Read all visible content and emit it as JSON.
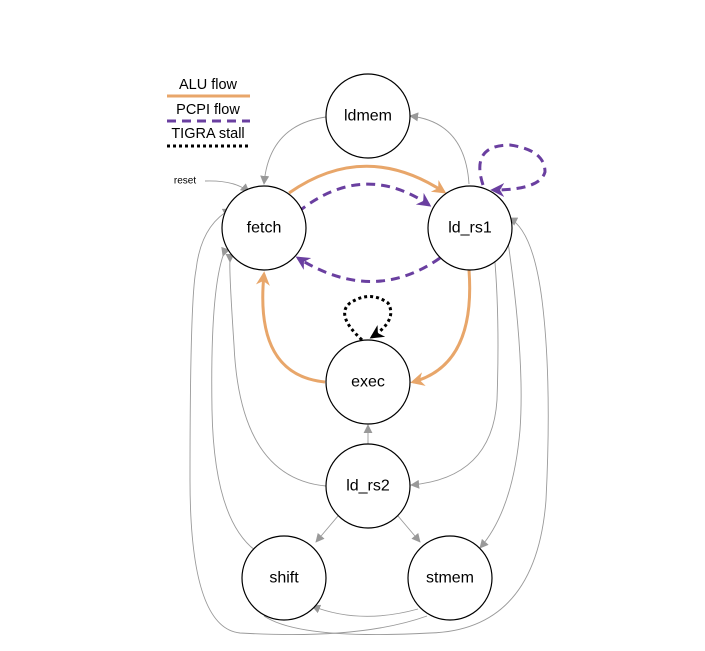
{
  "legend": {
    "alu_label": "ALU flow",
    "pcpi_label": "PCPI flow",
    "stall_label": "TIGRA stall"
  },
  "states": {
    "ldmem": "ldmem",
    "fetch": "fetch",
    "ld_rs1": "ld_rs1",
    "exec": "exec",
    "ld_rs2": "ld_rs2",
    "shift": "shift",
    "stmem": "stmem"
  },
  "reset_label": "reset",
  "colors": {
    "alu": "#e8a66a",
    "pcpi": "#6a3fa0",
    "stall": "#000000",
    "edge": "#999999",
    "node_stroke": "#000000"
  }
}
